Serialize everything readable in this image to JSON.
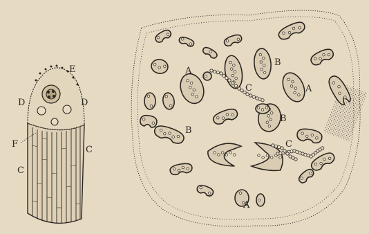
{
  "figure_left": {
    "labels": {
      "e": "E",
      "d_left": "D",
      "d_right": "D",
      "f": "F",
      "c_left": "C",
      "c_right": "C"
    }
  },
  "figure_right": {
    "labels": {
      "a1": "A",
      "a2": "A",
      "a3": "A",
      "b1": "B",
      "b2": "B",
      "b3": "B",
      "c1": "C",
      "c2": "C"
    }
  },
  "colors": {
    "paper": "#e6dac3",
    "ink": "#2b2620",
    "cell_fill": "#d9ccb3"
  }
}
